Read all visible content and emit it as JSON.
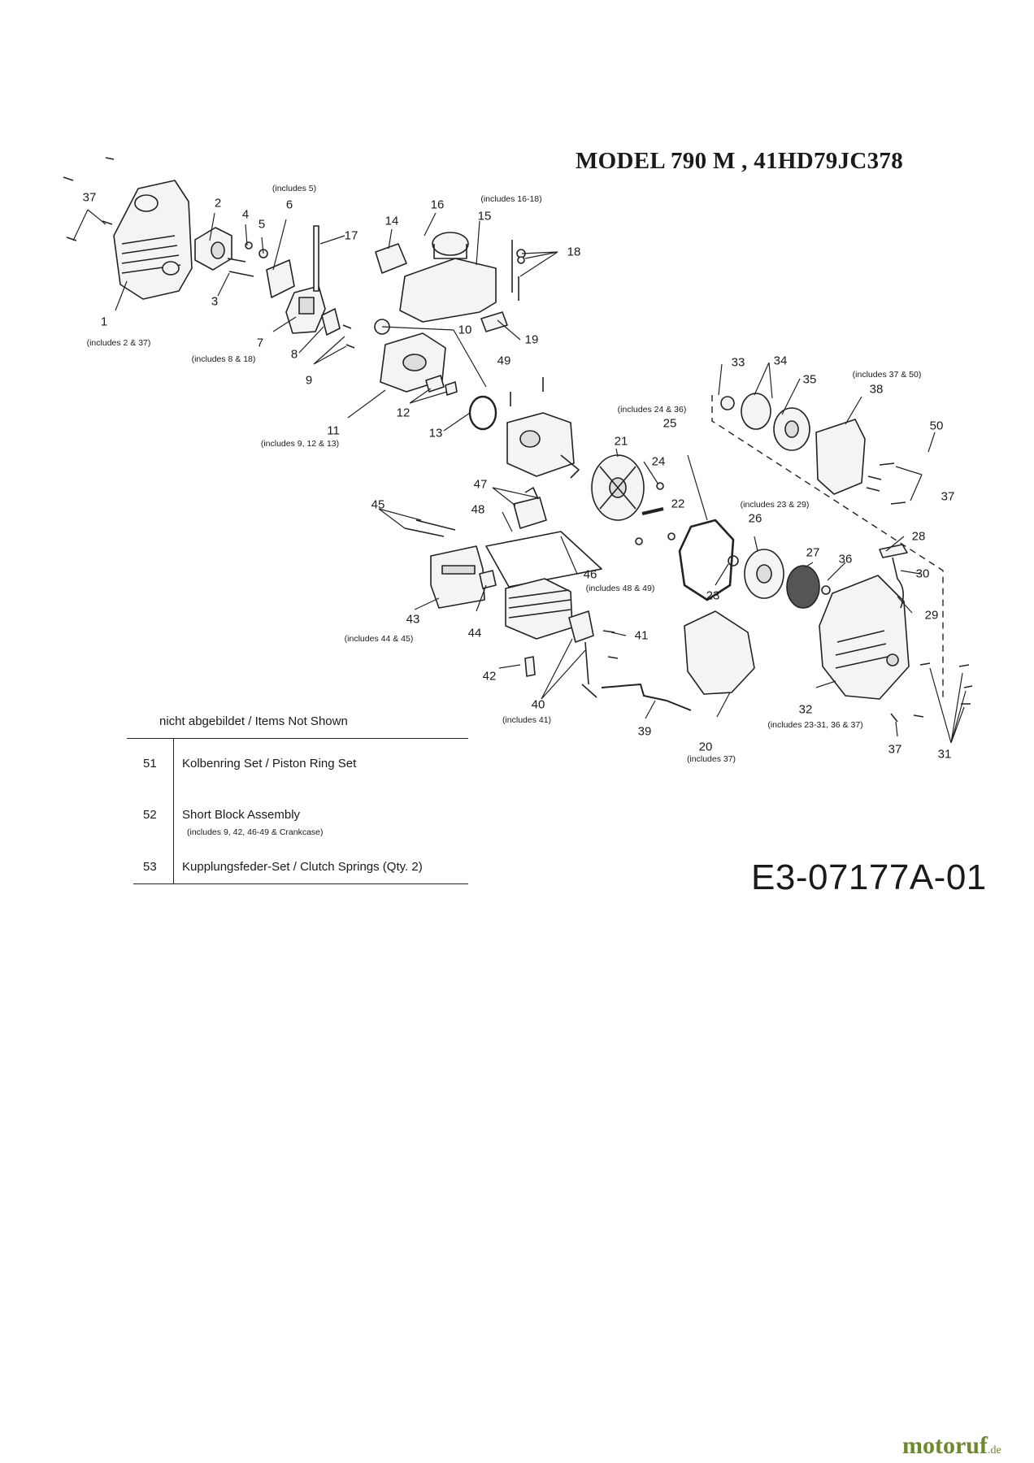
{
  "header": {
    "model_title": "MODEL 790 M   , 41HD79JC378",
    "diagram_code": "E3-07177A-01"
  },
  "parts_not_shown": {
    "heading": "nicht abgebildet / Items Not Shown",
    "rows": [
      {
        "number": "51",
        "description": "Kolbenring Set / Piston Ring Set",
        "note": ""
      },
      {
        "number": "52",
        "description": "Short Block Assembly",
        "note": "(includes 9, 42, 46-49 & Crankcase)"
      },
      {
        "number": "53",
        "description": "Kupplungsfeder-Set / Clutch Springs (Qty. 2)",
        "note": ""
      }
    ]
  },
  "callouts": [
    "37",
    "2",
    "4",
    "5",
    "6",
    "17",
    "16",
    "15",
    "14",
    "18",
    "1",
    "3",
    "7",
    "8",
    "9",
    "10",
    "19",
    "49",
    "11",
    "12",
    "13",
    "33",
    "34",
    "35",
    "38",
    "25",
    "21",
    "24",
    "22",
    "50",
    "37",
    "47",
    "48",
    "45",
    "26",
    "46",
    "27",
    "36",
    "28",
    "30",
    "23",
    "29",
    "43",
    "44",
    "41",
    "42",
    "40",
    "32",
    "39",
    "20",
    "37",
    "31"
  ],
  "notes": [
    "(includes 5)",
    "(includes 16-18)",
    "(includes 2 & 37)",
    "(includes 8 & 18)",
    "(includes 9, 12 & 13)",
    "(includes 37 & 50)",
    "(includes 24 & 36)",
    "(includes 23 & 29)",
    "(includes 48 & 49)",
    "(includes 44 & 45)",
    "(includes 41)",
    "(includes 37)",
    "(includes 23-31, 36 & 37)"
  ],
  "logo": {
    "text": "motoruf",
    "suffix": ".de"
  }
}
